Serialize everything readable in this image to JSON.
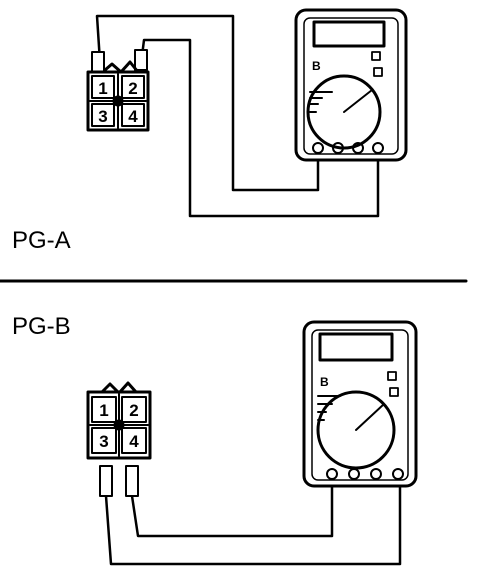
{
  "panels": [
    {
      "label": "PG-A",
      "connector_pins": [
        "1",
        "2",
        "3",
        "4"
      ],
      "meter_mark": "B",
      "probe_connection": "top pins (1, 2)"
    },
    {
      "label": "PG-B",
      "connector_pins": [
        "1",
        "2",
        "3",
        "4"
      ],
      "meter_mark": "B",
      "probe_connection": "bottom pins (3, 4)"
    }
  ],
  "colors": {
    "ink": "#000000",
    "background": "#ffffff"
  },
  "icons": [
    "multimeter-icon",
    "connector-icon",
    "probe-icon"
  ]
}
